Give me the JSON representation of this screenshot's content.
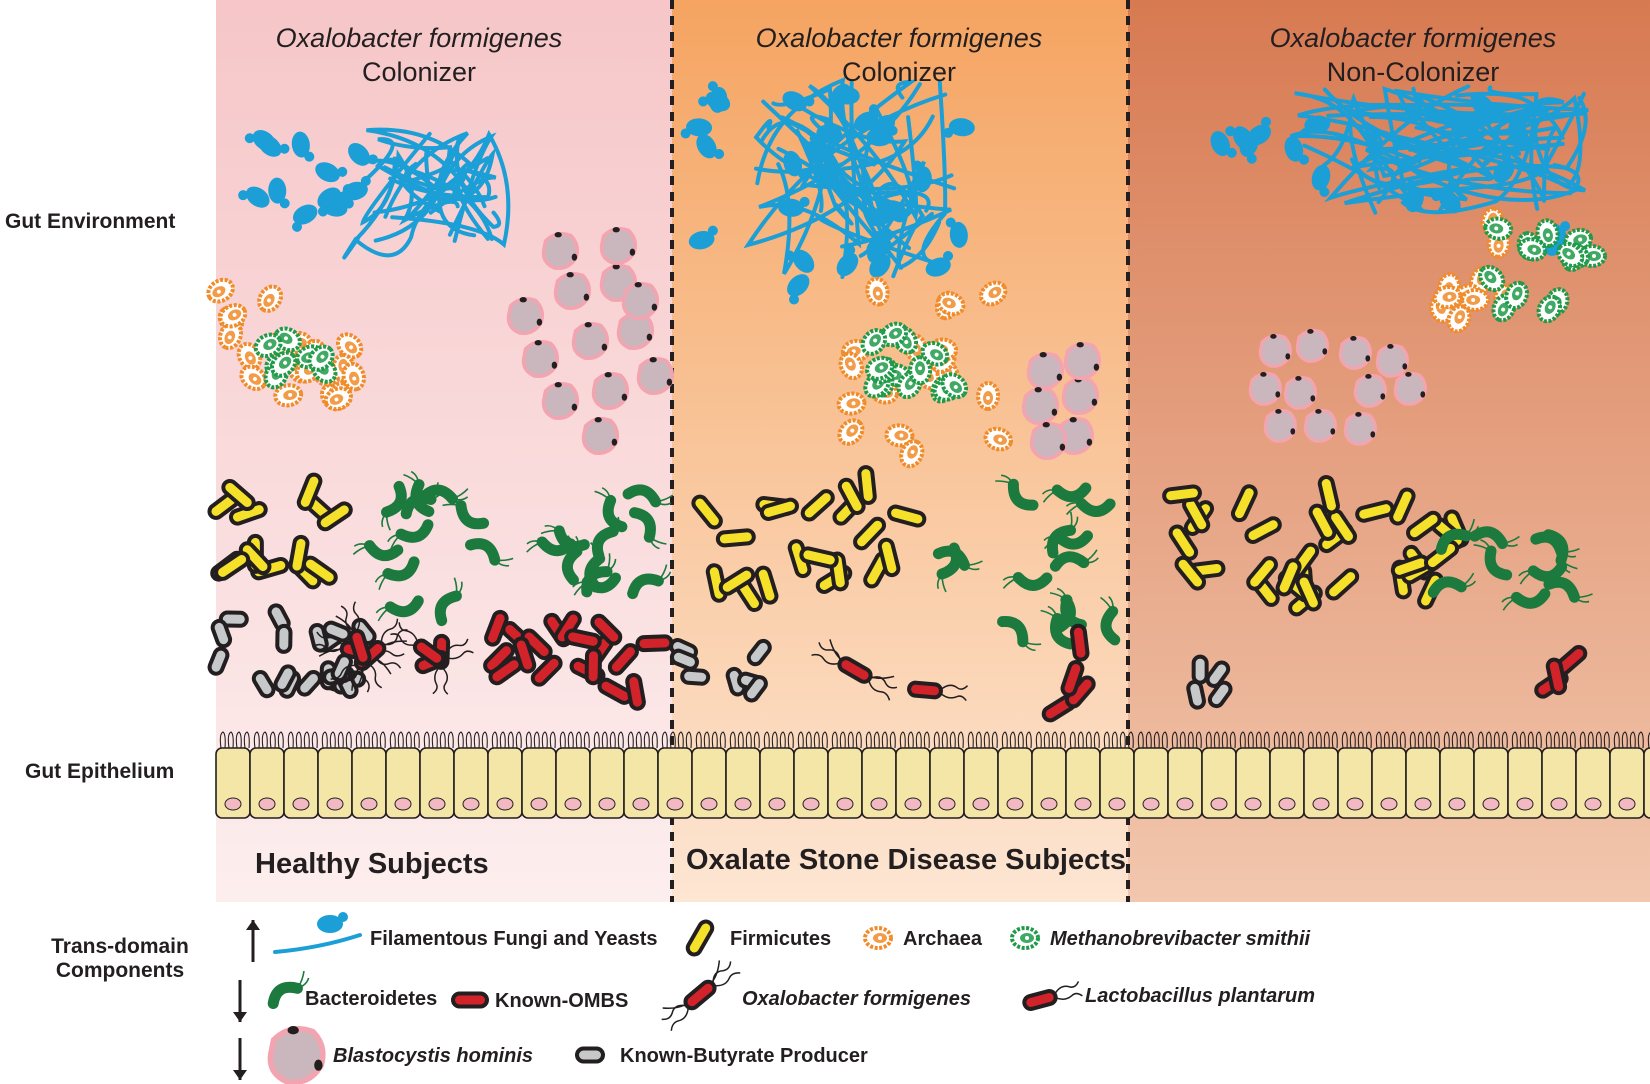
{
  "side_labels": {
    "gut_environment": "Gut Environment",
    "gut_epithelium": "Gut Epithelium",
    "trans_domain": "Trans-domain Components"
  },
  "panels": [
    {
      "species": "Oxalobacter formigenes",
      "status": "Colonizer",
      "color": "#f6c8cb"
    },
    {
      "species": "Oxalobacter formigenes",
      "status": "Colonizer",
      "color": "#f4a66a"
    },
    {
      "species": "Oxalobacter formigenes",
      "status": "Non-Colonizer",
      "color": "#dc8860"
    }
  ],
  "groups": {
    "healthy": "Healthy Subjects",
    "osd": "Oxalate Stone Disease Subjects"
  },
  "legend": {
    "fungi": "Filamentous Fungi and Yeasts",
    "firmicutes": "Firmicutes",
    "archaea": "Archaea",
    "methanobrevibacter": "Methanobrevibacter smithii",
    "bacteroidetes": "Bacteroidetes",
    "known_ombs": "Known-OMBS",
    "oxalobacter": "Oxalobacter formigenes",
    "lactobacillus": "Lactobacillus plantarum",
    "blastocystis": "Blastocystis hominis",
    "butyrate": "Known-Butyrate Producer"
  },
  "colors": {
    "fungi": "#1b9fd6",
    "firmicutes": "#f6e12a",
    "archaea": "#f08b2a",
    "methanobrevibacter": "#1e9a48",
    "bacteroidetes": "#1c7a3e",
    "ombs": "#d2232a",
    "butyrate": "#c7c8ca",
    "blastocystis": "#c9b7bd",
    "epithelium": "#f4e6a6"
  },
  "trend_arrows": [
    "up",
    "down",
    "down"
  ]
}
